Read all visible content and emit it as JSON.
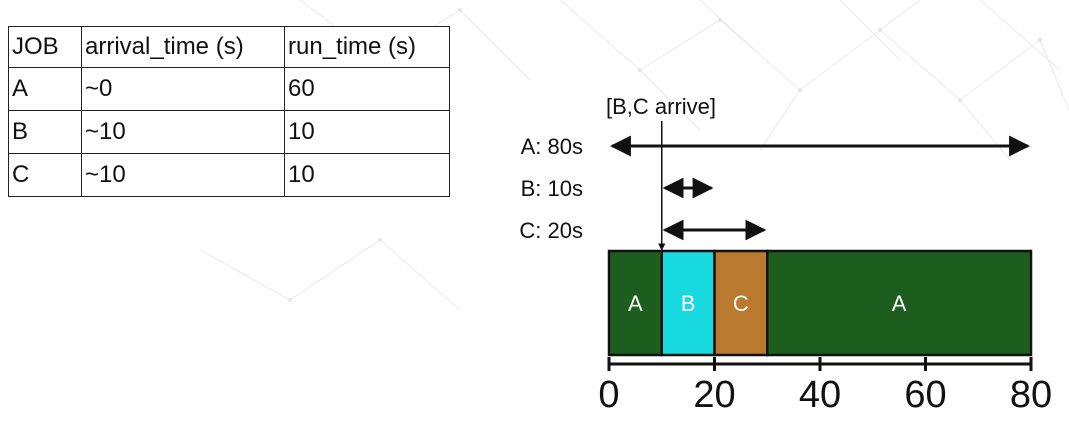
{
  "table": {
    "headers": [
      "JOB",
      "arrival_time (s)",
      "run_time (s)"
    ],
    "rows": [
      [
        "A",
        "~0",
        "60"
      ],
      [
        "B",
        "~10",
        "10"
      ],
      [
        "C",
        "~10",
        "10"
      ]
    ]
  },
  "timeline": {
    "event_label": "[B,C arrive]",
    "event_time": 10,
    "axis_min": 0,
    "axis_max": 80,
    "ticks": [
      0,
      20,
      40,
      60,
      80
    ],
    "turnaround": [
      {
        "label": "A: 80s",
        "start": 0,
        "end": 80
      },
      {
        "label": "B: 10s",
        "start": 10,
        "end": 20
      },
      {
        "label": "C: 20s",
        "start": 10,
        "end": 30
      }
    ],
    "segments": [
      {
        "label": "A",
        "start": 0,
        "end": 10,
        "color": "#1c5e1e",
        "text_color": "#ffffff"
      },
      {
        "label": "B",
        "start": 10,
        "end": 20,
        "color": "#18d9e0",
        "text_color": "#ffffff"
      },
      {
        "label": "C",
        "start": 20,
        "end": 30,
        "color": "#b97a30",
        "text_color": "#ffffff"
      },
      {
        "label": "A",
        "start": 30,
        "end": 80,
        "color": "#1c5e1e",
        "text_color": "#ffffff"
      }
    ]
  }
}
